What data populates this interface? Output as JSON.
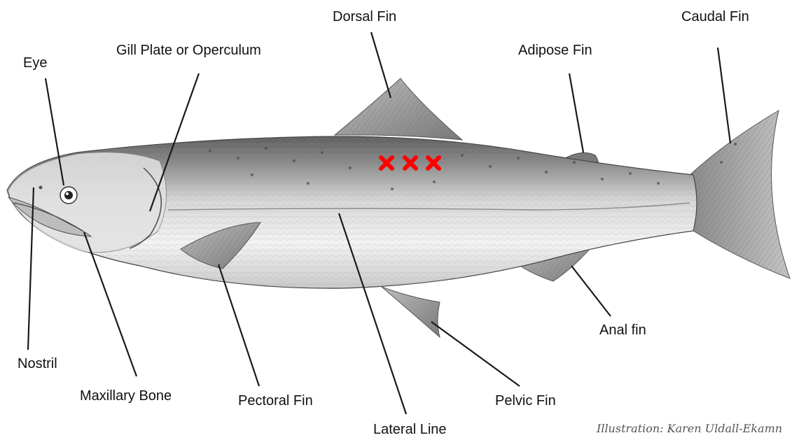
{
  "labels": {
    "dorsal_fin": "Dorsal Fin",
    "caudal_fin": "Caudal Fin",
    "eye": "Eye",
    "gill_plate": "Gill Plate or Operculum",
    "adipose_fin": "Adipose Fin",
    "nostril": "Nostril",
    "maxillary_bone": "Maxillary Bone",
    "pectoral_fin": "Pectoral Fin",
    "lateral_line": "Lateral Line",
    "pelvic_fin": "Pelvic Fin",
    "anal_fin": "Anal fin"
  },
  "credit": "Illustration: Karen Uldall-Ekamn",
  "markers": {
    "count": 3,
    "color": "#ff0000"
  },
  "colors": {
    "leader": "#1a1a1a",
    "body_dark": "#6e6e6e",
    "body_light": "#f2f2f2"
  }
}
